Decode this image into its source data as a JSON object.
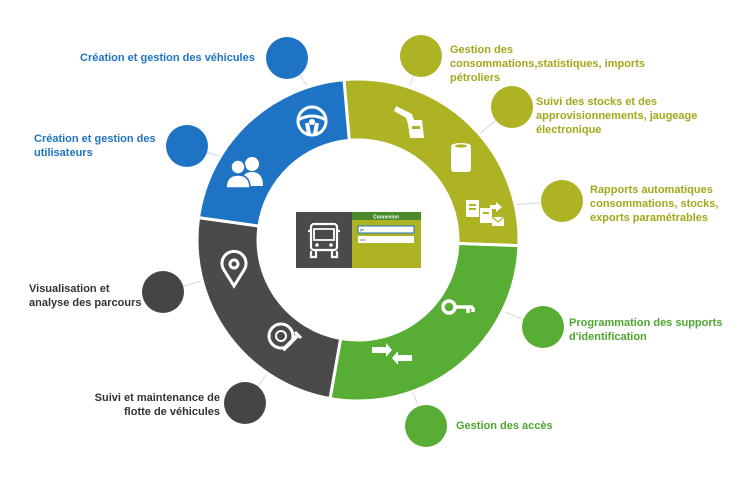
{
  "colors": {
    "blue": "#1f73c4",
    "olive": "#aeb324",
    "green": "#58ad34",
    "dark": "#4a4a4a",
    "bubble_dark": "#454545",
    "connector": "#d6d6d6"
  },
  "labels": {
    "vehicles": "Création et gestion des véhicules",
    "users": "Création et gestion des utilisateurs",
    "routes": "Visualisation et analyse des parcours",
    "maintenance": "Suivi et maintenance de flotte de véhicules",
    "consumption": "Gestion des consommations,statistiques, imports pétroliers",
    "stocks": "Suivi des stocks et des approvisionnements, jaugeage électronique",
    "reports": "Rapports automatiques consommations, stocks, exports paramétrables",
    "supports": "Programmation des supports d'identification",
    "access": "Gestion des accès"
  },
  "login": {
    "title": "Connexion",
    "username": "jm",
    "password": "••••"
  },
  "icons": {
    "vehicles": "steering-wheel-icon",
    "users": "users-icon",
    "routes": "map-pin-icon",
    "maintenance": "wrench-tire-icon",
    "consumption": "fuel-nozzle-icon",
    "stocks": "tank-icon",
    "reports": "document-export-icon",
    "supports": "key-icon",
    "access": "access-arrows-icon",
    "center": "truck-icon"
  }
}
